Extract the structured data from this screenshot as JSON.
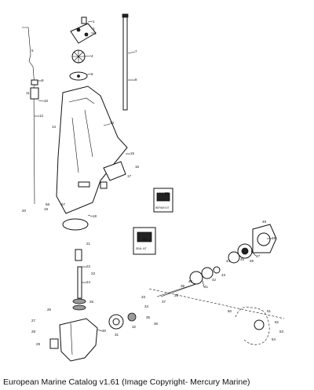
{
  "caption": "European Marine Catalog v1.61 (Image Copyright- Mercury Marine)",
  "callouts": [
    "1",
    "2",
    "3",
    "4",
    "5",
    "6",
    "7",
    "8",
    "9",
    "10",
    "11",
    "12",
    "13",
    "14",
    "15",
    "16",
    "17",
    "18",
    "19",
    "20",
    "21",
    "22",
    "23",
    "24",
    "25",
    "26",
    "27",
    "28",
    "29",
    "30",
    "31",
    "32",
    "33",
    "34",
    "35",
    "36",
    "37",
    "38",
    "39",
    "40",
    "41",
    "42",
    "43",
    "44",
    "45",
    "46",
    "47",
    "48",
    "49",
    "50",
    "51",
    "52",
    "53",
    "54",
    "55",
    "56",
    "57",
    "58"
  ],
  "kit_labels": [
    "REPAIR KIT",
    "SEAL KIT"
  ]
}
